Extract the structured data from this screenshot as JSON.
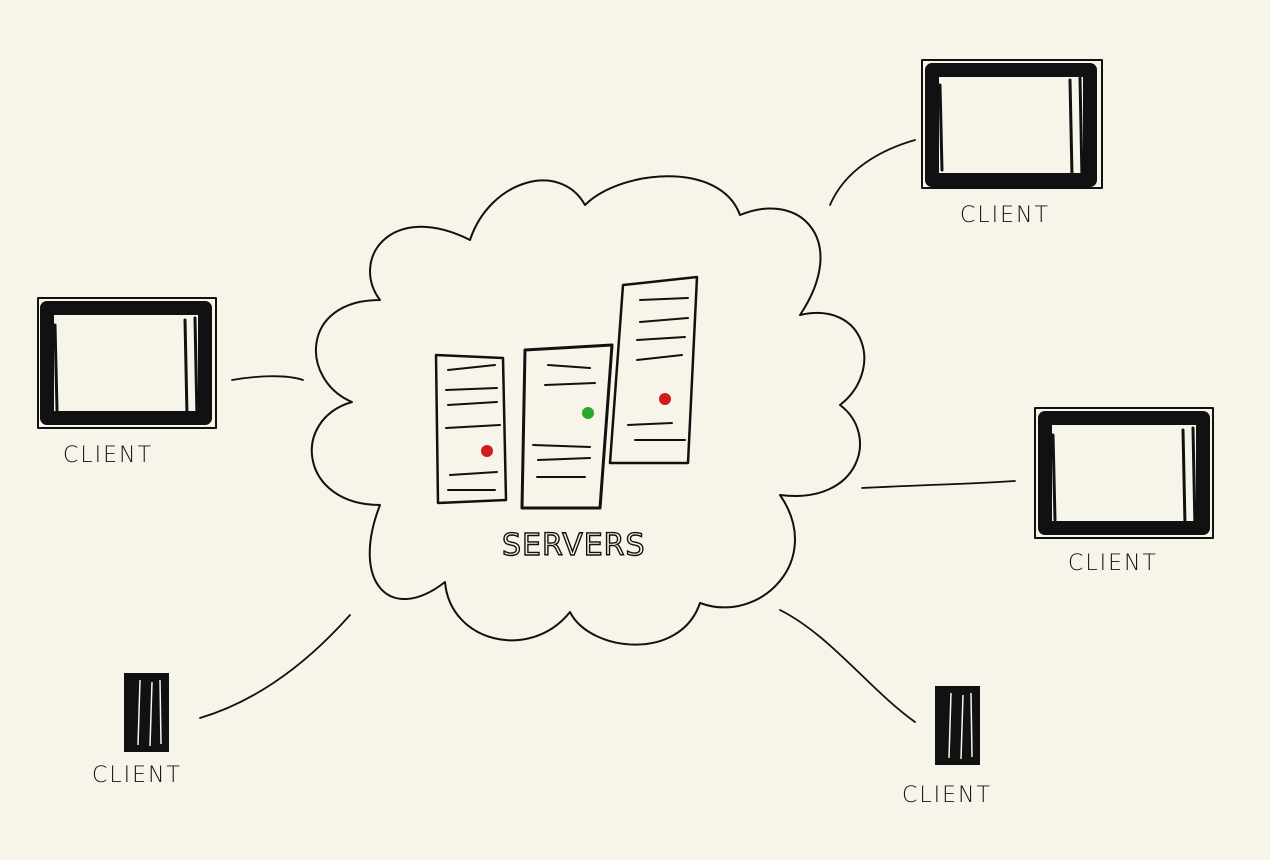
{
  "diagram": {
    "server_label": "SERVERS",
    "client_label": "CLIENT",
    "clients": [
      {
        "type": "monitor",
        "label": "CLIENT"
      },
      {
        "type": "monitor",
        "label": "CLIENT"
      },
      {
        "type": "monitor",
        "label": "CLIENT"
      },
      {
        "type": "tower",
        "label": "CLIENT"
      },
      {
        "type": "tower",
        "label": "CLIENT"
      }
    ],
    "servers": [
      {
        "status_color": "#d11a1a"
      },
      {
        "status_color": "#27a927"
      },
      {
        "status_color": "#d11a1a"
      }
    ],
    "colors": {
      "background": "#f7f5ea",
      "ink": "#111111"
    }
  }
}
